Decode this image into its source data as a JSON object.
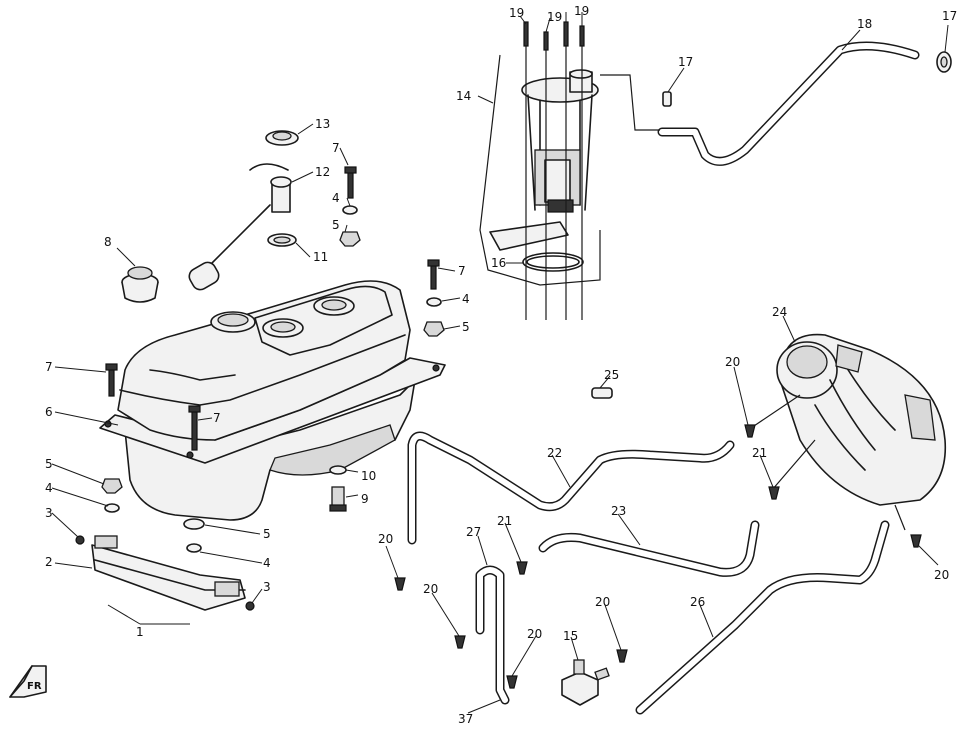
{
  "callouts": {
    "c1": "1",
    "c2": "2",
    "c3a": "3",
    "c3b": "3",
    "c4a": "4",
    "c4b": "4",
    "c4c": "4",
    "c4d": "4",
    "c5a": "5",
    "c5b": "5",
    "c5c": "5",
    "c5d": "5",
    "c6": "6",
    "c7a": "7",
    "c7b": "7",
    "c7c": "7",
    "c7d": "7",
    "c8": "8",
    "c9": "9",
    "c10": "10",
    "c11": "11",
    "c12": "12",
    "c13": "13",
    "c14": "14",
    "c15": "15",
    "c16": "16",
    "c17a": "17",
    "c17b": "17",
    "c18": "18",
    "c19a": "19",
    "c19b": "19",
    "c19c": "19",
    "c20a": "20",
    "c20b": "20",
    "c20c": "20",
    "c20d": "20",
    "c20e": "20",
    "c20f": "20",
    "c21a": "21",
    "c21b": "21",
    "c22": "22",
    "c23": "23",
    "c24": "24",
    "c25": "25",
    "c26": "26",
    "c27": "27",
    "c37": "37"
  },
  "direction_marker": "FR"
}
